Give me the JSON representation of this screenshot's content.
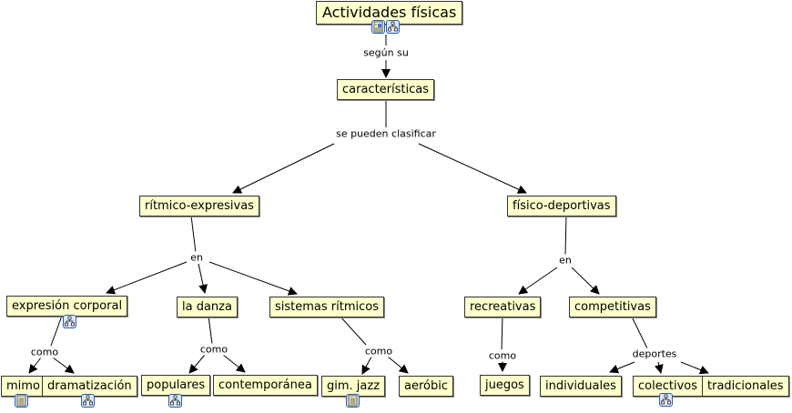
{
  "concept_map": {
    "nodes": {
      "actividades": "Actividades físicas",
      "caracteristicas": "características",
      "ritmico": "rítmico-expresivas",
      "fisico": "físico-deportivas",
      "expresion": "expresión corporal",
      "danza": "la danza",
      "sistemas": "sistemas rítmicos",
      "recreativas": "recreativas",
      "competitivas": "competitivas",
      "mimo": "mimo",
      "dramatizacion": "dramatización",
      "populares": "populares",
      "contemporanea": "contemporánea",
      "gimjazz": "gim. jazz",
      "aerobic": "aeróbic",
      "juegos": "juegos",
      "individuales": "individuales",
      "colectivos": "colectivos",
      "tradicionales": "tradicionales"
    },
    "link_labels": {
      "segun": "según su",
      "clasificar": "se pueden clasificar",
      "en_ritmico": "en",
      "en_fisico": "en",
      "como_expresion": "como",
      "como_danza": "como",
      "como_sistemas": "como",
      "como_recreativas": "como",
      "deportes": "deportes"
    },
    "resource_icons": {
      "actividades": [
        "image-document-icon",
        "concept-map-icon"
      ],
      "expresion": [
        "concept-map-icon"
      ],
      "mimo": [
        "text-document-icon"
      ],
      "dramatizacion": [
        "concept-map-icon"
      ],
      "populares": [
        "concept-map-icon"
      ],
      "gimjazz": [
        "text-document-icon"
      ],
      "colectivos": [
        "concept-map-icon"
      ]
    },
    "colors": {
      "node_fill": "#ffffcc",
      "node_border": "#333333",
      "icon_border": "#2a5db0",
      "line": "#000000"
    }
  }
}
